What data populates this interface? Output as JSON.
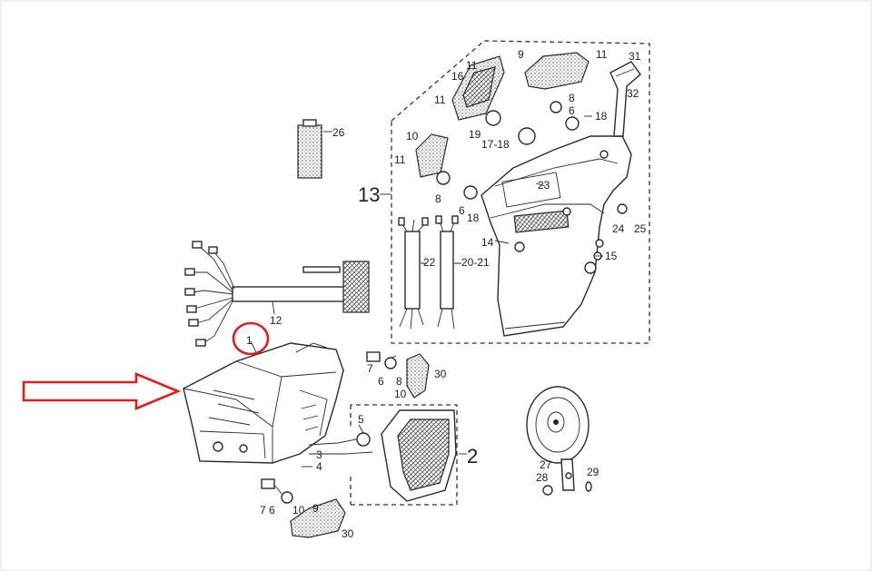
{
  "diagram": {
    "labels": {
      "l1": "1",
      "l2": "2",
      "l3": "3",
      "l4": "4",
      "l5": "5",
      "l6a": "6",
      "l6b": "6",
      "l6c": "6",
      "l6d": "6",
      "l7a": "7",
      "l7b": "7",
      "l8a": "8",
      "l8b": "8",
      "l8c": "8",
      "l9a": "9",
      "l9b": "9",
      "l10a": "10",
      "l10b": "10",
      "l10c": "10",
      "l11a": "11",
      "l11b": "11",
      "l11c": "11",
      "l11d": "11",
      "l12": "12",
      "l13": "13",
      "l14": "14",
      "l15": "15",
      "l16": "16",
      "l17_18": "17-18",
      "l18a": "18",
      "l18b": "18",
      "l19": "19",
      "l20_21": "20-21",
      "l22": "22",
      "l23": "23",
      "l24": "24",
      "l25": "25",
      "l26": "26",
      "l27": "27",
      "l28": "28",
      "l29": "29",
      "l30a": "30",
      "l30b": "30",
      "l31": "31",
      "l32": "32"
    },
    "highlight_color": "#e02020",
    "line_color": "#2a2a2a"
  }
}
